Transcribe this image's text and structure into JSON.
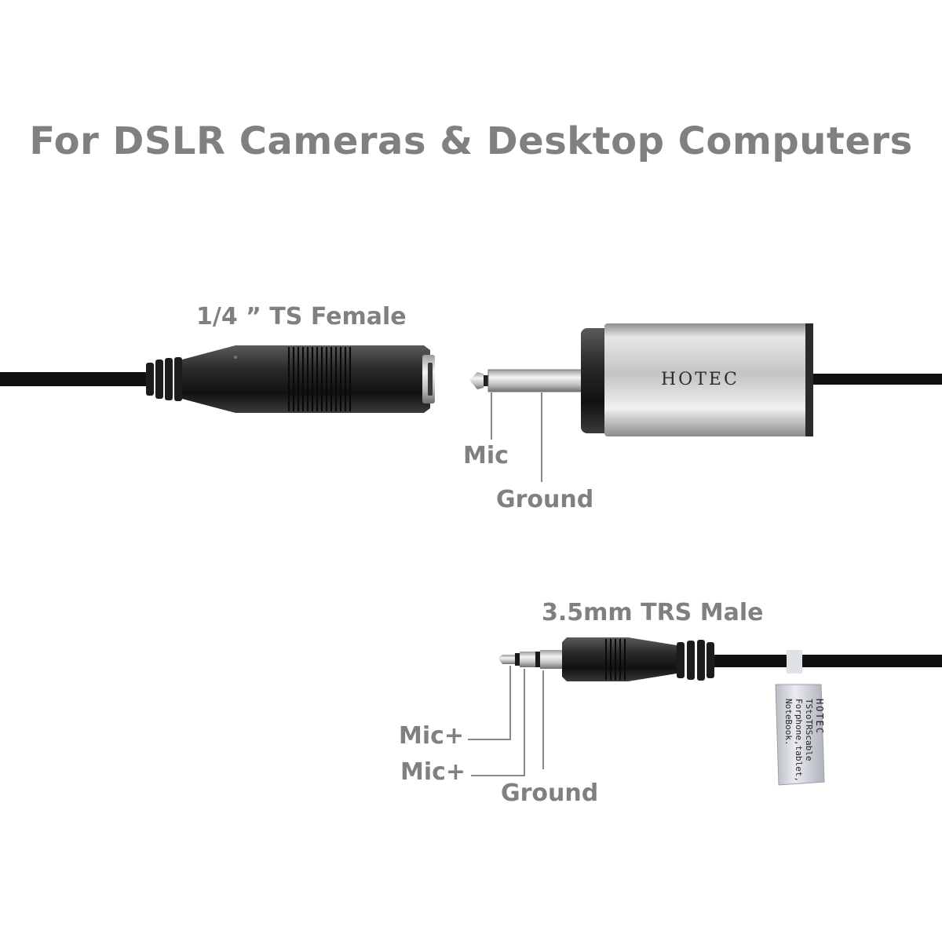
{
  "title": "For DSLR Cameras & Desktop Computers",
  "top_connector": {
    "female_label": "1/4 ” TS Female",
    "pins": {
      "tip": "Mic",
      "sleeve": "Ground"
    },
    "brand": "HOTEC"
  },
  "bottom_connector": {
    "male_label": "3.5mm TRS Male",
    "pins": {
      "tip": "Mic+",
      "ring": "Mic+",
      "sleeve": "Ground"
    },
    "tag": {
      "brand": "HOTEC",
      "line1": "TStoTRScable",
      "line2": "Forphone,tablet,",
      "line3": "NoteBook."
    }
  },
  "colors": {
    "label": "#808080",
    "cable": "#111111",
    "housing_silver": "#c9c9c9"
  }
}
